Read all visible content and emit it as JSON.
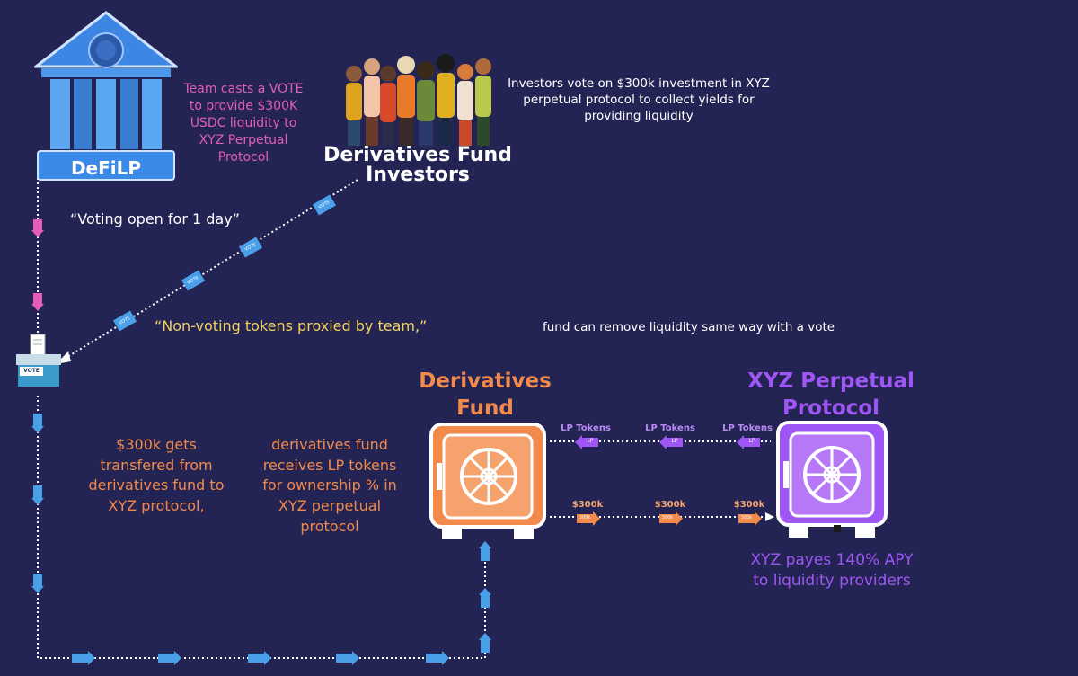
{
  "defilp": {
    "name": "DeFiLP",
    "team_note": "Team casts a VOTE to provide $300K USDC liquidity to XYZ Perpetual Protocol"
  },
  "investors": {
    "title": "Derivatives Fund Investors",
    "note": "Investors vote on $300k investment in XYZ perpetual protocol to collect yields for providing liquidity"
  },
  "notes": {
    "voting_open": "“Voting open for 1 day”",
    "non_voting": "“Non-voting tokens proxied by team,”",
    "remove_liquidity": "fund can remove liquidity same way with a vote",
    "transfer": "$300k gets transfered from derivatives fund to XYZ protocol,",
    "lp_receive": "derivatives fund receives LP tokens for ownership  % in XYZ perpetual protocol"
  },
  "fund": {
    "title": "Derivatives Fund"
  },
  "xyz": {
    "title": "XYZ Perpetual Protocol",
    "apy_note": "XYZ payes 140% APY to liquidity providers"
  },
  "tokens": {
    "lp_label": "LP Tokens",
    "lp_icon": "LP",
    "usd_label": "$300k",
    "usd_icon": "300k",
    "vote": "VOTE",
    "ballot": "VOTE"
  },
  "colors": {
    "background": "#232454",
    "fund_orange": "#f28a4b",
    "xyz_purple": "#a056f5",
    "vote_pink": "#e35db8",
    "arrow_blue": "#4aa0e8"
  }
}
